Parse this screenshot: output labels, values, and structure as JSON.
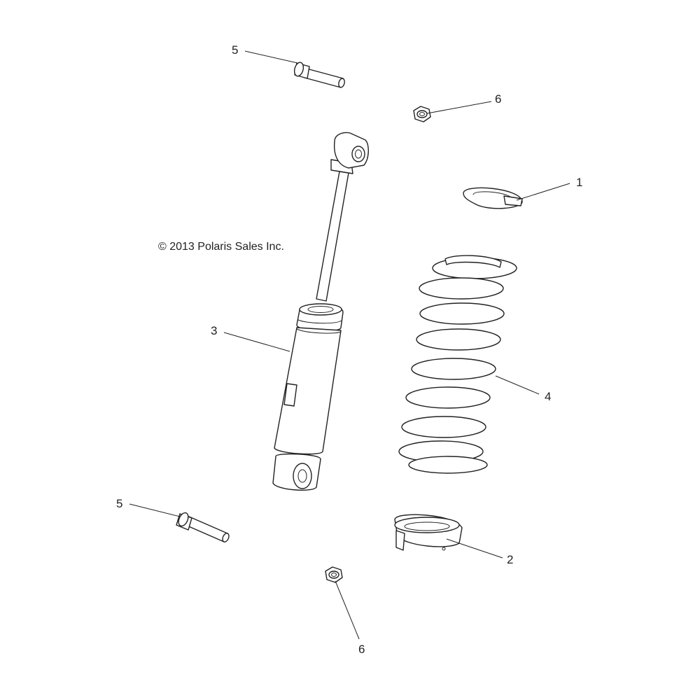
{
  "copyright": "© 2013 Polaris Sales Inc.",
  "callouts": {
    "c1": "1",
    "c2": "2",
    "c3": "3",
    "c4": "4",
    "c5_top": "5",
    "c5_bottom": "5",
    "c6_top": "6",
    "c6_bottom": "6"
  }
}
